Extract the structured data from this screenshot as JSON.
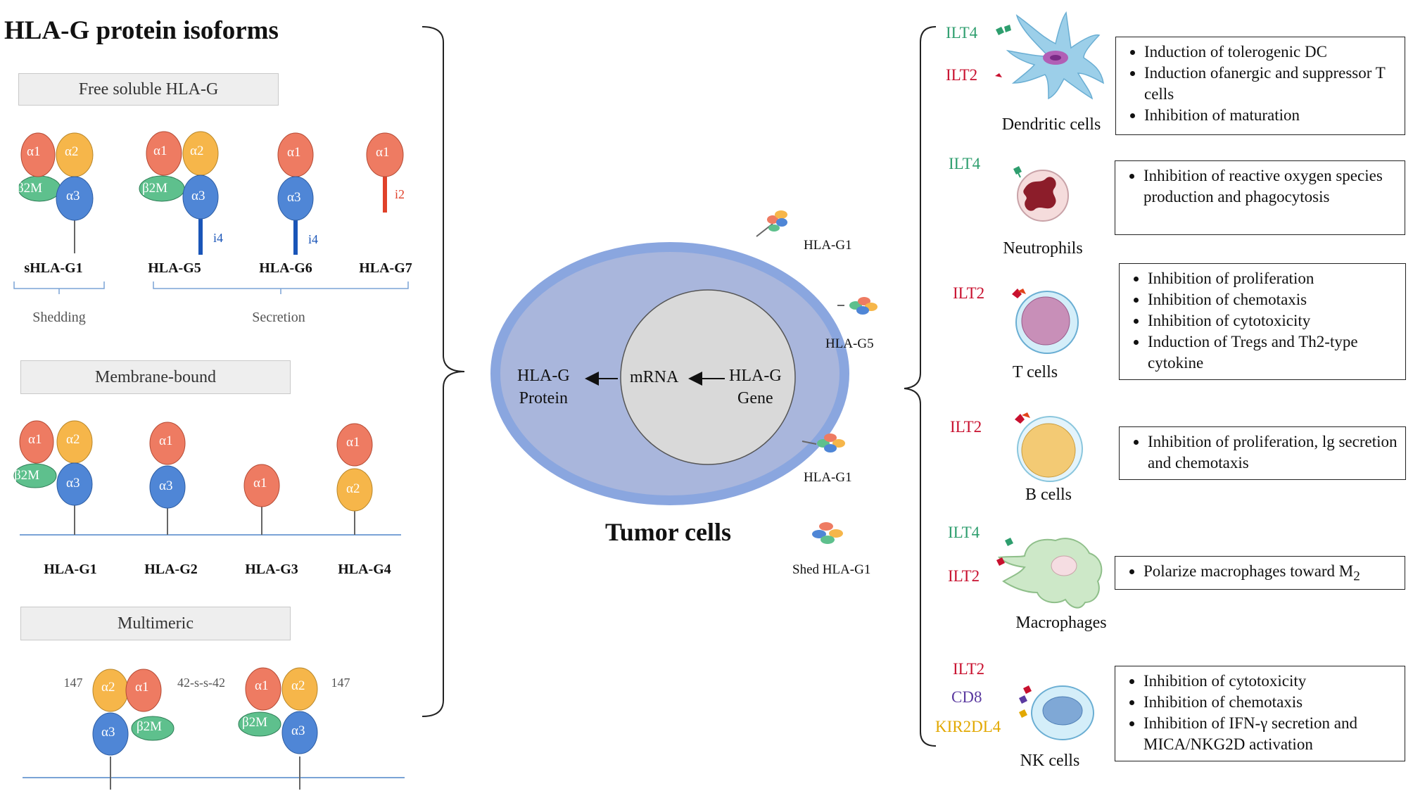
{
  "title": "HLA-G protein isoforms",
  "sections": {
    "soluble": "Free soluble  HLA-G",
    "membrane": "Membrane-bound",
    "multimeric": "Multimeric"
  },
  "domains": {
    "a1": "α1",
    "a2": "α2",
    "a3": "α3",
    "b2m": "β2M",
    "i4": "i4",
    "i2": "i2"
  },
  "soluble_isoforms": [
    "sHLA-G1",
    "HLA-G5",
    "HLA-G6",
    "HLA-G7"
  ],
  "release": {
    "shedding": "Shedding",
    "secretion": "Secretion"
  },
  "membrane_isoforms": [
    "HLA-G1",
    "HLA-G2",
    "HLA-G3",
    "HLA-G4"
  ],
  "multimer_labels": {
    "left": "147",
    "middle": "42-s-s-42",
    "right": "147"
  },
  "center": {
    "protein": [
      "HLA-G",
      "Protein"
    ],
    "mrna": "mRNA",
    "gene": [
      "HLA-G",
      "Gene"
    ],
    "tumor": "Tumor cells",
    "side_labels": [
      "HLA-G1",
      "HLA-G5",
      "HLA-G1",
      "Shed HLA-G1"
    ]
  },
  "colors": {
    "alpha1": "#ee7b62",
    "alpha2": "#f6b64a",
    "alpha3": "#4f86d6",
    "b2m": "#5ec08d",
    "ilt4": "#2e9e6e",
    "ilt2": "#c8102e",
    "cd8": "#5b3aa0",
    "kir2dl4": "#e2a800"
  },
  "cells": [
    {
      "name": "Dendritic  cells",
      "receptors": [
        "ILT4",
        "ILT2"
      ],
      "effects": [
        "Induction  of tolerogenic  DC",
        "Induction  ofanergic  and suppressor  T cells",
        "Inhibition  of maturation"
      ]
    },
    {
      "name": "Neutrophils",
      "receptors": [
        "ILT4"
      ],
      "effects": [
        "Inhibition  of reactive  oxygen species production  and phagocytosis"
      ]
    },
    {
      "name": "T cells",
      "receptors": [
        "ILT2"
      ],
      "effects": [
        "Inhibition  of proliferation",
        "Inhibition  of chemotaxis",
        "Inhibition  of cytotoxicity",
        "Induction  of Tregs and Th2-type cytokine"
      ]
    },
    {
      "name": "B cells",
      "receptors": [
        "ILT2"
      ],
      "effects": [
        "Inhibition  of proliferation, lg  secretion  and chemotaxis"
      ]
    },
    {
      "name": "Macrophages",
      "receptors": [
        "ILT4",
        "ILT2"
      ],
      "effects": [
        "Polarize  macrophages  toward  M"
      ],
      "effect_subscript": "2"
    },
    {
      "name": "NK cells",
      "receptors": [
        "ILT2",
        "CD8",
        "KIR2DL4"
      ],
      "effects": [
        "Inhibition  of cytotoxicity",
        "Inhibition  of chemotaxis",
        "Inhibition  of IFN-γ secretion and MICA/NKG2D activation"
      ]
    }
  ]
}
